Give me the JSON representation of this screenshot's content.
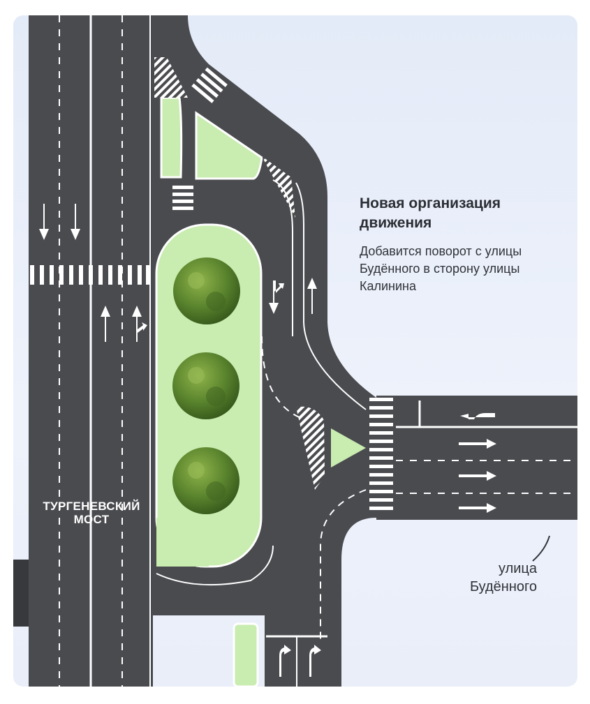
{
  "info": {
    "title": "Новая организация движения",
    "description": "Добавится поворот с улицы Будённого в сторону улицы Калинина"
  },
  "labels": {
    "bridge": "ТУРГЕНЕВСКИЙ МОСТ",
    "street": "улица Будённого"
  },
  "colors": {
    "road": "#4a4b4f",
    "road_edge": "#5a5b60",
    "marking": "#ffffff",
    "green_island": "#c9ecb0",
    "tree": "#4f7a2c",
    "background": "#e8eef9"
  },
  "icons": [
    "arrow-straight-icon",
    "arrow-turn-right-icon",
    "arrow-turn-left-icon",
    "tree-icon",
    "crosswalk"
  ]
}
